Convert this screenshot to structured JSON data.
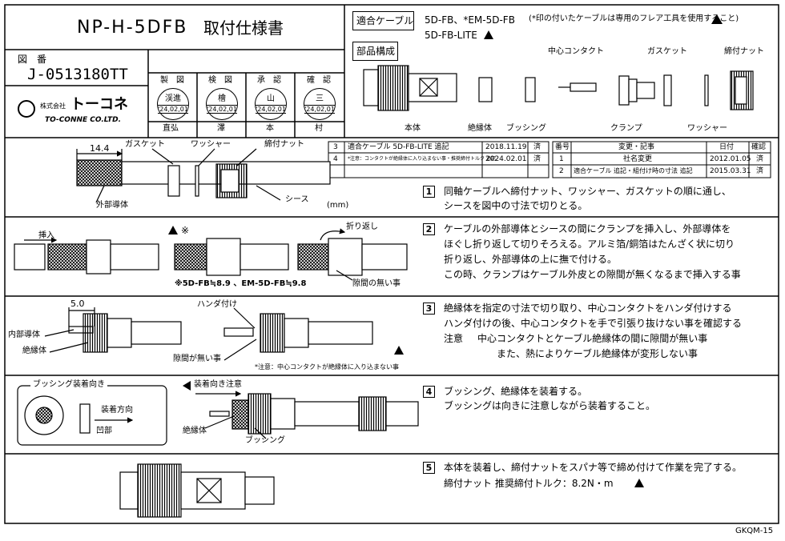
{
  "title": {
    "model": "NP-H-5DFB",
    "doc": "取付仕様書"
  },
  "drawing_no": {
    "label": "図　番",
    "value": "J-0513180TT"
  },
  "approvals": [
    {
      "role": "製　図",
      "name": "渓進",
      "date": "'24,02,01",
      "sub": "直弘"
    },
    {
      "role": "検　図",
      "name": "檜",
      "date": "'24,02,01",
      "sub": "澤"
    },
    {
      "role": "承　認",
      "name": "山",
      "date": "'24,02,01",
      "sub": "本"
    },
    {
      "role": "確　認",
      "name": "三",
      "date": "'24,02,01",
      "sub": "村"
    }
  ],
  "company": {
    "prefix": "株式会社",
    "name": "トーコネ",
    "en": "TO-CONNE CO.LTD."
  },
  "cable": {
    "label": "適合ケーブル",
    "line1": "5D-FB、*EM-5D-FB",
    "note": "(*印の付いたケーブルは専用のフレア工具を使用すること)",
    "line2": "5D-FB-LITE"
  },
  "parts": {
    "label": "部品構成",
    "center_contact": "中心コンタクト",
    "gasket": "ガスケット",
    "nut": "締付ナット",
    "body": "本体",
    "insulator": "絶縁体",
    "bushing": "ブッシング",
    "clamp": "クランプ",
    "washer": "ワッシャー"
  },
  "mini_rev": [
    {
      "no": "3",
      "text": "適合ケーブル 5D-FB-LITE 追記",
      "date": "2018.11.19",
      "ok": "済"
    },
    {
      "no": "4",
      "text": "*注意：コンタクトが絶縁体に入り込まない事・推奨締付トルク 追記",
      "date": "2024.02.01",
      "ok": "済"
    }
  ],
  "rev_table": {
    "headers": [
      "番号",
      "変更・記事",
      "日付",
      "確認"
    ],
    "rows": [
      {
        "no": "1",
        "text": "社名変更",
        "date": "2012.01.05",
        "ok": "済"
      },
      {
        "no": "2",
        "text": "適合ケーブル 追記・組付け時の寸法 追記",
        "date": "2015.03.31",
        "ok": "済"
      }
    ]
  },
  "s1": {
    "dim": "14.4",
    "gasket": "ガスケット",
    "washer": "ワッシャー",
    "nut": "締付ナット",
    "outer": "外部導体",
    "sheath": "シース",
    "unit": "(mm)",
    "num": "1",
    "text1": "同軸ケーブルへ締付ナット、ワッシャー、ガスケットの順に通し、",
    "text2": "シースを図中の寸法で切りとる。"
  },
  "s2": {
    "insert": "挿入",
    "mark": "※",
    "fold": "折り返し",
    "note": "※5D-FB≒8.9 、EM-5D-FB≒9.8",
    "gap": "隙間の無い事",
    "num": "2",
    "text1": "ケーブルの外部導体とシースの間にクランプを挿入し、外部導体を",
    "text2": "ほぐし折り返して切りそろえる。アルミ箔/銅箔はたんざく状に切り",
    "text3": "折り返し、外部導体の上に撫で付ける。",
    "text4": "この時、クランプはケーブル外皮との隙間が無くなるまで挿入する事"
  },
  "s3": {
    "dim": "5.0",
    "solder": "ハンダ付け",
    "inner": "内部導体",
    "insul": "絶縁体",
    "gap": "隙間が無い事",
    "note": "*注意：中心コンタクトが絶縁体に入り込まない事",
    "num": "3",
    "text1": "絶縁体を指定の寸法で切り取り、中心コンタクトをハンダ付けする",
    "text2": "ハンダ付けの後、中心コンタクトを手で引張り抜けない事を確認する",
    "note_label": "注意",
    "note1": "中心コンタクトとケーブル絶縁体の間に隙間が無い事",
    "note2": "また、熱によりケーブル絶縁体が変形しない事"
  },
  "s4": {
    "box_title": "ブッシング装着向き",
    "dir": "装着方向",
    "recess": "凹部",
    "caution": "装着向き注意",
    "insul": "絶縁体",
    "bushing": "ブッシング",
    "num": "4",
    "text1": "ブッシング、絶縁体を装着する。",
    "text2": "ブッシングは向きに注意しながら装着すること。"
  },
  "s5": {
    "num": "5",
    "text1": "本体を装着し、締付ナットをスパナ等で締め付けて作業を完了する。",
    "text2": "締付ナット 推奨締付トルク：8.2N・m"
  },
  "footer": "GKQM-15"
}
